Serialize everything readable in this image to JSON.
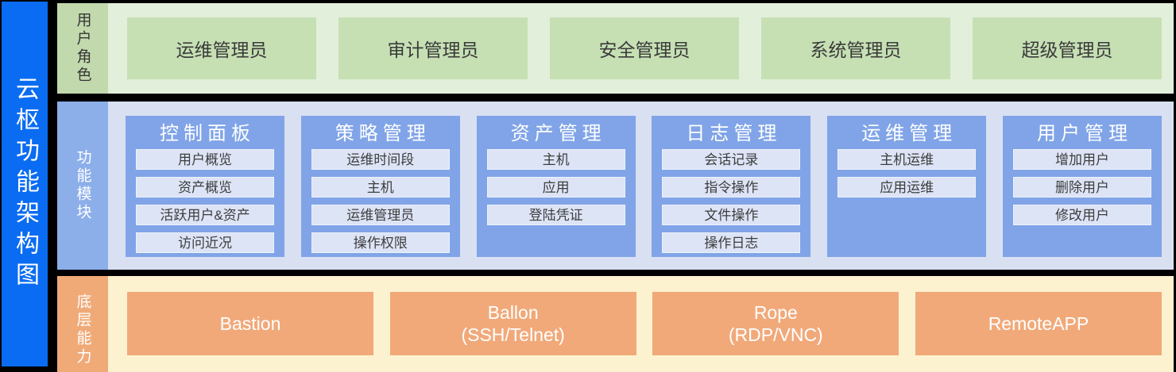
{
  "diagram": {
    "title": "云枢功能架构图",
    "colors": {
      "sidebar_blue": "#0a6cf2",
      "roles_label_green": "#c2d9ad",
      "roles_row_bg": "#e2efda",
      "role_box_green": "#c6e0b4",
      "modules_label_blue": "#8cafea",
      "modules_row_bg": "#d9e0f2",
      "module_col_blue": "#80a4e7",
      "module_item_bg": "#dde4f6",
      "base_label_orange": "#f0aa78",
      "base_row_bg": "#fdf2cf",
      "cap_box_orange": "#f1a97a",
      "border_black": "#000000"
    }
  },
  "roles_row": {
    "label": "用户角色",
    "items": [
      "运维管理员",
      "审计管理员",
      "安全管理员",
      "系统管理员",
      "超级管理员"
    ]
  },
  "modules_row": {
    "label": "功能模块",
    "columns": [
      {
        "title": "控制面板",
        "items": [
          "用户概览",
          "资产概览",
          "活跃用户&资产",
          "访问近况"
        ]
      },
      {
        "title": "策略管理",
        "items": [
          "运维时间段",
          "主机",
          "运维管理员",
          "操作权限"
        ]
      },
      {
        "title": "资产管理",
        "items": [
          "主机",
          "应用",
          "登陆凭证"
        ]
      },
      {
        "title": "日志管理",
        "items": [
          "会话记录",
          "指令操作",
          "文件操作",
          "操作日志"
        ]
      },
      {
        "title": "运维管理",
        "items": [
          "主机运维",
          "应用运维"
        ]
      },
      {
        "title": "用户管理",
        "items": [
          "增加用户",
          "删除用户",
          "修改用户"
        ]
      }
    ]
  },
  "base_row": {
    "label": "底层能力",
    "items": [
      "Bastion",
      "Ballon\n(SSH/Telnet)",
      "Rope\n(RDP/VNC)",
      "RemoteAPP"
    ]
  }
}
